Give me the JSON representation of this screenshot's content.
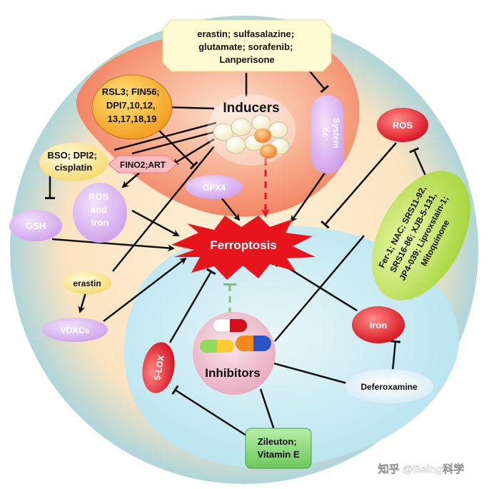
{
  "center": {
    "label": "Ferroptosis",
    "color": "#e8141c"
  },
  "inducers": {
    "label": "Inducers"
  },
  "inhibitors": {
    "label": "Inhibitors"
  },
  "nodes": {
    "erastin_group": [
      "erastin; sulfasalazine;",
      "glutamate; sorafenib;",
      "Lanperisone"
    ],
    "rsl3_group": [
      "RSL3; FIN56;",
      "DPI7,10,12,",
      "13,17,18,19"
    ],
    "bso_group": [
      "BSO; DPI2;",
      "cisplatin"
    ],
    "fino2": "FINO2;ART",
    "system_xc": [
      "System",
      "Xc⁻"
    ],
    "gpx4": "GPX4",
    "ros_iron": [
      "ROS",
      "and",
      "Iron"
    ],
    "gsh": "GSH",
    "erastin": "erastin",
    "vdacs": "VDACs",
    "ros": "ROS",
    "inhibitor_group": [
      "Fer-1; NAC; SRS11-92,",
      "SRS16-86; XJB-5-131,",
      "JP4-039; Liproxstain-1;",
      "Mitoquinone"
    ],
    "iron": "Iron",
    "deferoxamine": "Deferoxamine",
    "lox5": "5-LOX",
    "zileuton": [
      "Zileuton;",
      "Vitamin E"
    ]
  },
  "watermark": "知乎 @Being科学"
}
